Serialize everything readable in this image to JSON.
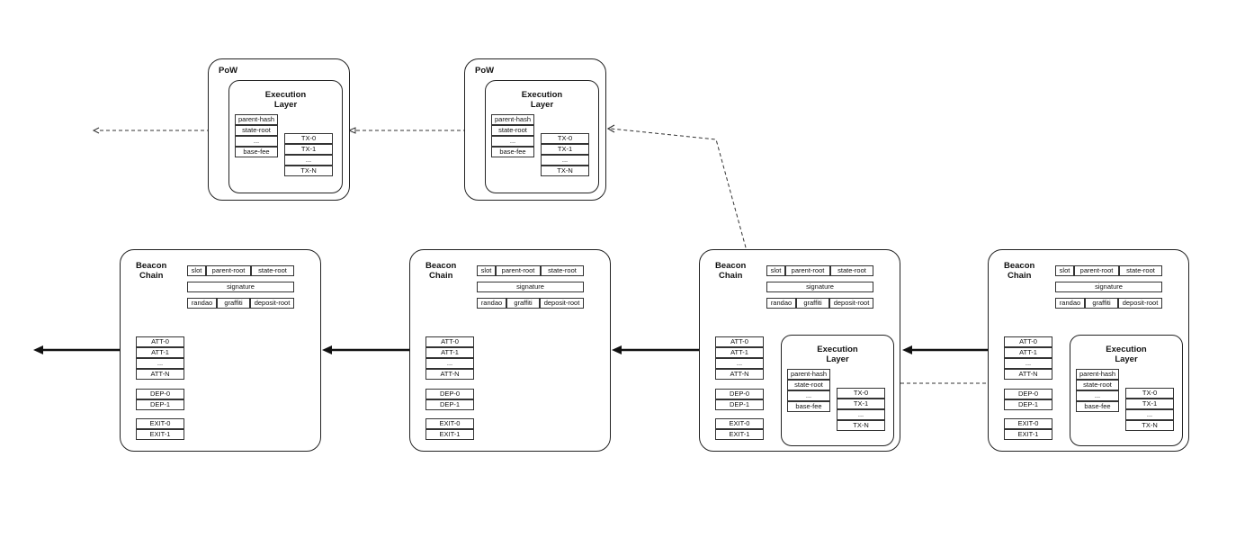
{
  "pow_blocks": [
    {
      "title": "PoW",
      "execution": {
        "title_line1": "Execution",
        "title_line2": "Layer",
        "header_fields": [
          "parent-hash",
          "state-root",
          "...",
          "base-fee"
        ],
        "transactions": [
          "TX-0",
          "TX-1",
          "...",
          "TX-N"
        ]
      }
    },
    {
      "title": "PoW",
      "execution": {
        "title_line1": "Execution",
        "title_line2": "Layer",
        "header_fields": [
          "parent-hash",
          "state-root",
          "...",
          "base-fee"
        ],
        "transactions": [
          "TX-0",
          "TX-1",
          "...",
          "TX-N"
        ]
      }
    }
  ],
  "beacon_blocks": [
    {
      "title_line1": "Beacon",
      "title_line2": "Chain",
      "row1": [
        "slot",
        "parent-root",
        "state-root"
      ],
      "row2": [
        "signature"
      ],
      "row3": [
        "randao",
        "graffiti",
        "deposit-root"
      ],
      "attestations": [
        "ATT-0",
        "ATT-1",
        "...",
        "ATT-N"
      ],
      "deposits": [
        "DEP-0",
        "DEP-1"
      ],
      "exits": [
        "EXIT-0",
        "EXIT-1"
      ]
    },
    {
      "title_line1": "Beacon",
      "title_line2": "Chain",
      "row1": [
        "slot",
        "parent-root",
        "state-root"
      ],
      "row2": [
        "signature"
      ],
      "row3": [
        "randao",
        "graffiti",
        "deposit-root"
      ],
      "attestations": [
        "ATT-0",
        "ATT-1",
        "...",
        "ATT-N"
      ],
      "deposits": [
        "DEP-0",
        "DEP-1"
      ],
      "exits": [
        "EXIT-0",
        "EXIT-1"
      ]
    },
    {
      "title_line1": "Beacon",
      "title_line2": "Chain",
      "row1": [
        "slot",
        "parent-root",
        "state-root"
      ],
      "row2": [
        "signature"
      ],
      "row3": [
        "randao",
        "graffiti",
        "deposit-root"
      ],
      "attestations": [
        "ATT-0",
        "ATT-1",
        "...",
        "ATT-N"
      ],
      "deposits": [
        "DEP-0",
        "DEP-1"
      ],
      "exits": [
        "EXIT-0",
        "EXIT-1"
      ],
      "execution": {
        "title_line1": "Execution",
        "title_line2": "Layer",
        "header_fields": [
          "parent-hash",
          "state-root",
          "...",
          "base-fee"
        ],
        "transactions": [
          "TX-0",
          "TX-1",
          "...",
          "TX-N"
        ]
      }
    },
    {
      "title_line1": "Beacon",
      "title_line2": "Chain",
      "row1": [
        "slot",
        "parent-root",
        "state-root"
      ],
      "row2": [
        "signature"
      ],
      "row3": [
        "randao",
        "graffiti",
        "deposit-root"
      ],
      "attestations": [
        "ATT-0",
        "ATT-1",
        "...",
        "ATT-N"
      ],
      "deposits": [
        "DEP-0",
        "DEP-1"
      ],
      "exits": [
        "EXIT-0",
        "EXIT-1"
      ],
      "execution": {
        "title_line1": "Execution",
        "title_line2": "Layer",
        "header_fields": [
          "parent-hash",
          "state-root",
          "...",
          "base-fee"
        ],
        "transactions": [
          "TX-0",
          "TX-1",
          "...",
          "TX-N"
        ]
      }
    }
  ],
  "colors": {
    "stroke": "#222222",
    "background": "#ffffff"
  }
}
